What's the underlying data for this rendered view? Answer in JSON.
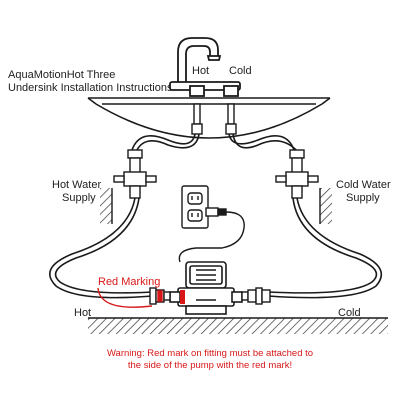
{
  "title_line1": "AquaMotionHot Three",
  "title_line2": "Undersink Installation Instructions",
  "label_hot_top": "Hot",
  "label_cold_top": "Cold",
  "hot_supply_line1": "Hot Water",
  "hot_supply_line2": "Supply",
  "cold_supply_line1": "Cold Water",
  "cold_supply_line2": "Supply",
  "red_marking": "Red Marking",
  "label_hot_bottom": "Hot",
  "label_cold_bottom": "Cold",
  "warning_line1": "Warning: Red mark on fitting must be attached to",
  "warning_line2": "the side of the pump with the red mark!",
  "colors": {
    "line": "#1a1a1a",
    "warning": "#d81818",
    "hatch": "#333333"
  }
}
